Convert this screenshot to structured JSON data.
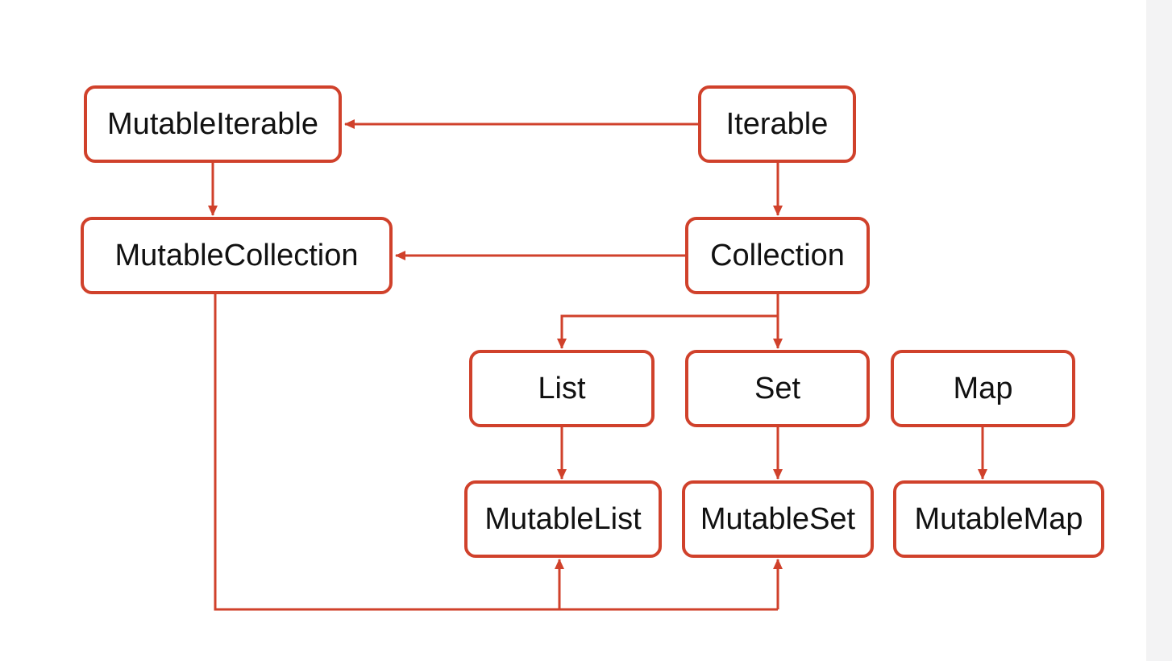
{
  "colors": {
    "stroke": "#d0412b",
    "text": "#111111",
    "background": "#ffffff",
    "side_strip": "#f3f3f4"
  },
  "nodes": {
    "mutable_iterable": "MutableIterable",
    "iterable": "Iterable",
    "mutable_collection": "MutableCollection",
    "collection": "Collection",
    "list": "List",
    "set": "Set",
    "map": "Map",
    "mutable_list": "MutableList",
    "mutable_set": "MutableSet",
    "mutable_map": "MutableMap"
  },
  "edges": [
    {
      "from": "Iterable",
      "to": "MutableIterable"
    },
    {
      "from": "Iterable",
      "to": "Collection"
    },
    {
      "from": "MutableIterable",
      "to": "MutableCollection"
    },
    {
      "from": "Collection",
      "to": "MutableCollection"
    },
    {
      "from": "Collection",
      "to": "List"
    },
    {
      "from": "Collection",
      "to": "Set"
    },
    {
      "from": "List",
      "to": "MutableList"
    },
    {
      "from": "Set",
      "to": "MutableSet"
    },
    {
      "from": "Map",
      "to": "MutableMap"
    },
    {
      "from": "MutableCollection",
      "to": "MutableList"
    },
    {
      "from": "MutableCollection",
      "to": "MutableSet"
    }
  ]
}
